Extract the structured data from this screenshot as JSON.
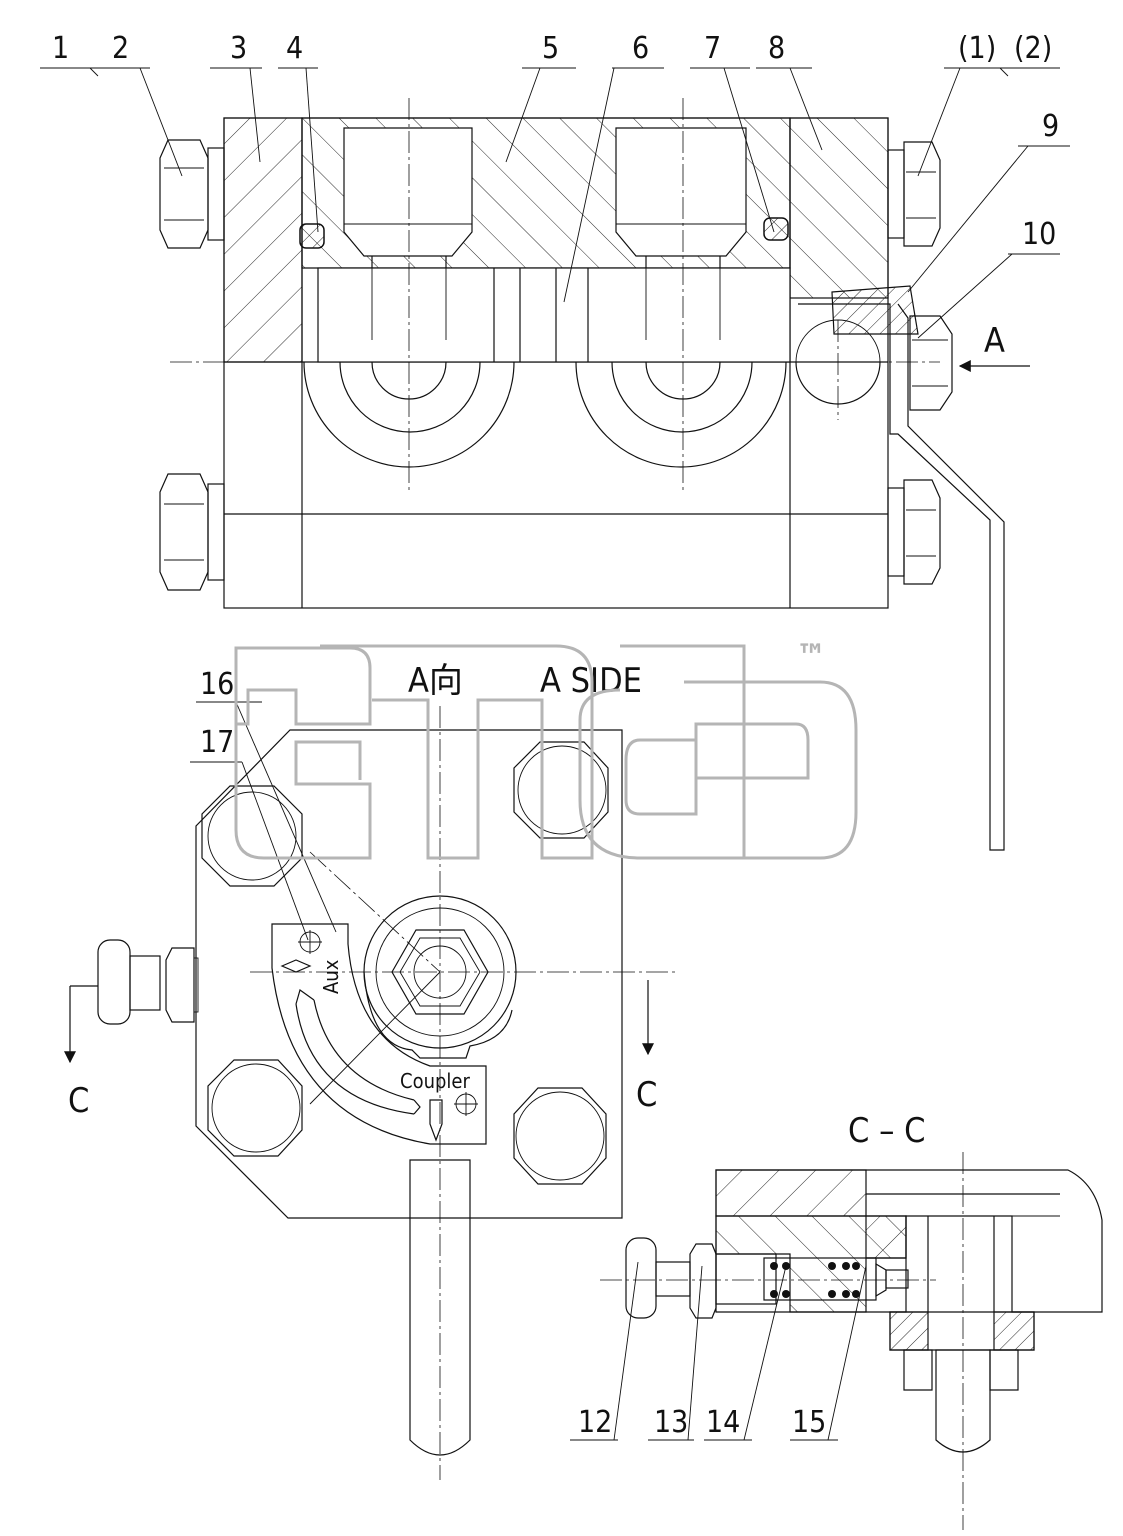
{
  "callouts": {
    "c1": "1",
    "c2": "2",
    "c3": "3",
    "c4": "4",
    "c5": "5",
    "c6": "6",
    "c7": "7",
    "c8": "8",
    "c9": "9",
    "c10": "10",
    "cp1": "(1)",
    "cp2": "(2)",
    "c12": "12",
    "c13": "13",
    "c14": "14",
    "c15": "15",
    "c16": "16",
    "c17": "17"
  },
  "views": {
    "side_cn": "A向",
    "side_en": "A SIDE",
    "arrow_a": "A",
    "section_mark_left": "C",
    "section_mark_right": "C",
    "section_title": "C – C"
  },
  "plate": {
    "aux": "Aux",
    "coupler": "Coupler"
  },
  "watermark": {
    "mark": "™"
  }
}
